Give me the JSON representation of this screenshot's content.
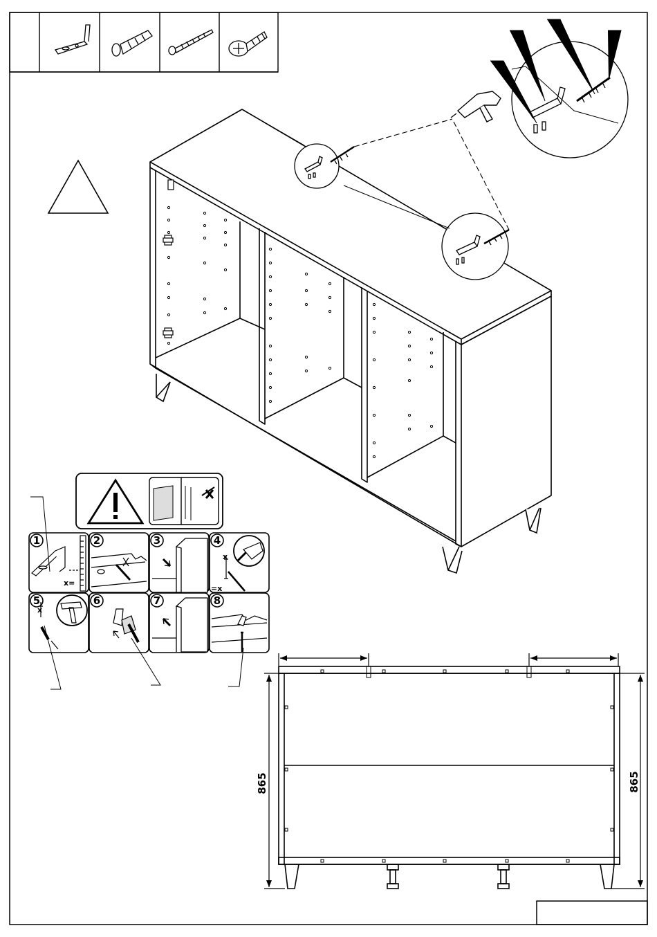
{
  "dimensions": {
    "height_left": "865",
    "height_right": "865"
  },
  "steps": [
    {
      "num": "1",
      "label": "x="
    },
    {
      "num": "2",
      "label": ""
    },
    {
      "num": "3",
      "label": ""
    },
    {
      "num": "4",
      "label": "=x"
    },
    {
      "num": "5",
      "label": ""
    },
    {
      "num": "6",
      "label": ""
    },
    {
      "num": "7",
      "label": ""
    },
    {
      "num": "8",
      "label": ""
    }
  ],
  "marks": {
    "x_small": "x"
  },
  "icons": {
    "parts": [
      "bracket-icon",
      "wall-plug-icon",
      "long-screw-icon",
      "short-screw-icon"
    ],
    "tools": [
      "drill-icon",
      "hammer-icon"
    ],
    "warnings": [
      "warning-triangle-icon",
      "caution-icon"
    ]
  }
}
